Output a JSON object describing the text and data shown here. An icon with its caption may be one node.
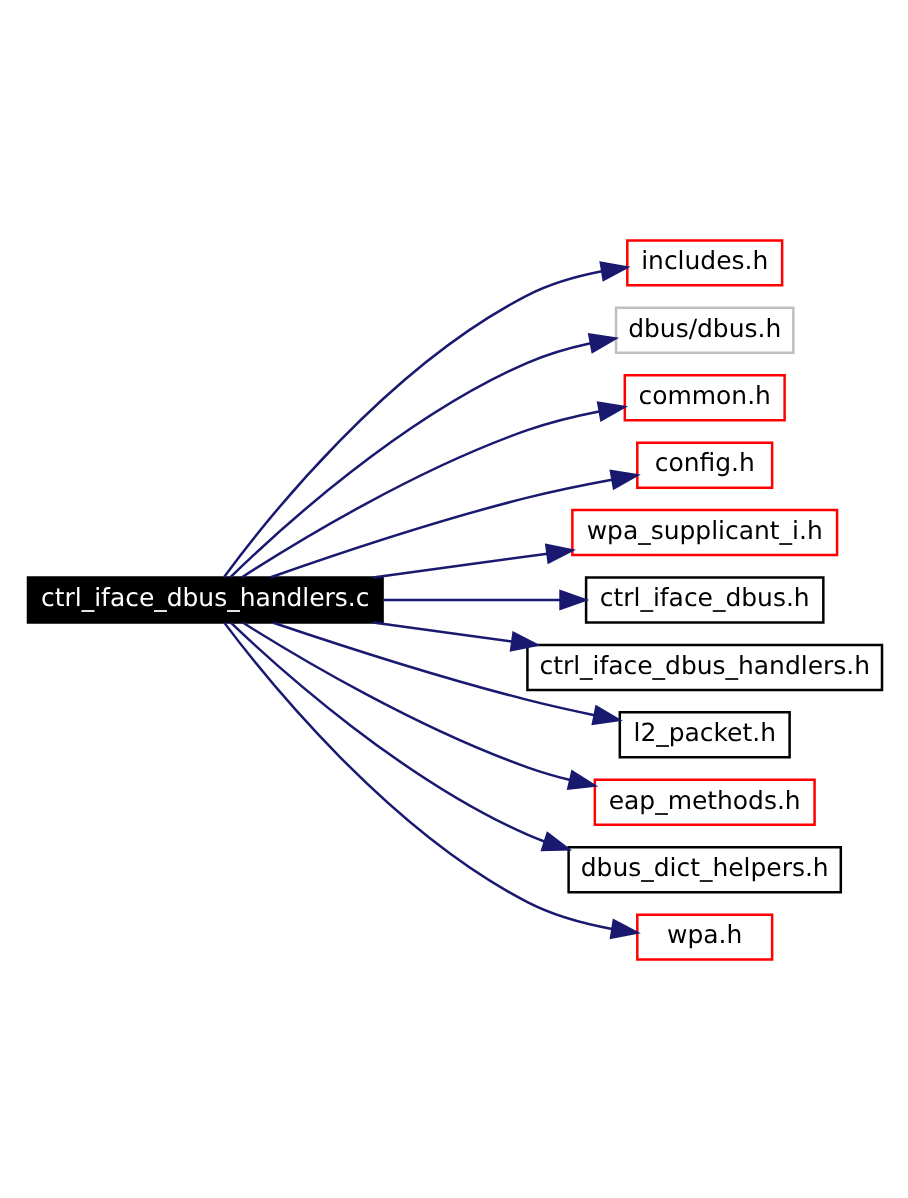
{
  "diagram": {
    "nodes": [
      {
        "text": [
          "ctrl_iface_dbus_handlers.c"
        ]
      },
      {
        "text": [
          "includes.h"
        ]
      },
      {
        "text": [
          "dbus/dbus.h"
        ]
      },
      {
        "text": [
          "common.h"
        ]
      },
      {
        "text": [
          "config.h"
        ]
      },
      {
        "text": [
          "wpa_supplicant_i.h"
        ]
      },
      {
        "text": [
          "ctrl_iface_dbus.h"
        ]
      },
      {
        "text": [
          "ctrl_iface_dbus_handlers.h"
        ]
      },
      {
        "text": [
          "l2_packet.h"
        ]
      },
      {
        "text": [
          "eap_methods.h"
        ]
      },
      {
        "text": [
          "dbus_dict_helpers.h"
        ]
      },
      {
        "text": [
          "wpa.h"
        ]
      }
    ],
    "edges": [
      {
        "from": 0,
        "to": 1,
        "arrow": "to"
      },
      {
        "from": 0,
        "to": 2,
        "arrow": "to"
      },
      {
        "from": 0,
        "to": 3,
        "arrow": "to"
      },
      {
        "from": 0,
        "to": 4,
        "arrow": "to"
      },
      {
        "from": 0,
        "to": 5,
        "arrow": "to"
      },
      {
        "from": 0,
        "to": 6,
        "arrow": "to"
      },
      {
        "from": 0,
        "to": 7,
        "arrow": "to"
      },
      {
        "from": 0,
        "to": 8,
        "arrow": "to"
      },
      {
        "from": 0,
        "to": 9,
        "arrow": "to"
      },
      {
        "from": 0,
        "to": 10,
        "arrow": "to"
      },
      {
        "from": 0,
        "to": 11,
        "arrow": "to"
      }
    ]
  }
}
